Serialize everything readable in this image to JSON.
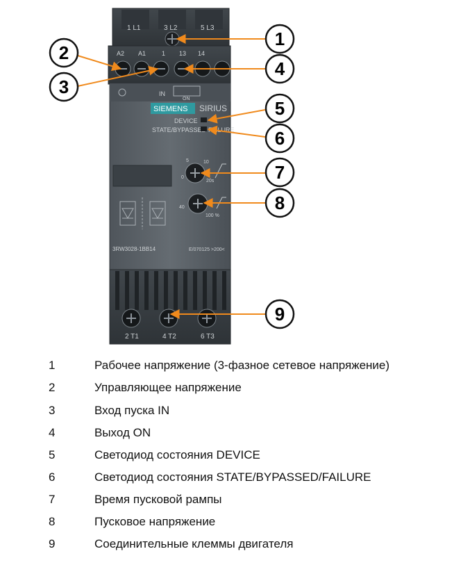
{
  "device": {
    "brand": "SIEMENS",
    "series": "SIRIUS",
    "top_terminals": [
      "1 L1",
      "3 L2",
      "5 L3"
    ],
    "control_terminals": [
      "A2",
      "A1",
      "1",
      "13",
      "14"
    ],
    "supply_label": "IN",
    "supply_voltage": "ON",
    "led_device_label": "DEVICE",
    "led_state_label": "STATE/BYPASSED",
    "led_failure_label": "FAILURE",
    "ramp_dial_ticks": [
      "0",
      "5",
      "10",
      "20s"
    ],
    "voltage_dial_ticks": [
      "40",
      "100 %"
    ],
    "part_number": "3RW3028-1BB14",
    "serial_label": "E/070125 >200<",
    "bottom_terminals": [
      "2 T1",
      "4 T2",
      "6 T3"
    ]
  },
  "callouts": [
    "1",
    "2",
    "3",
    "4",
    "5",
    "6",
    "7",
    "8",
    "9"
  ],
  "legend": [
    {
      "num": "1",
      "text": "Рабочее напряжение (3-фазное сетевое напряжение)"
    },
    {
      "num": "2",
      "text": "Управляющее напряжение"
    },
    {
      "num": "3",
      "text": "Вход пуска IN"
    },
    {
      "num": "4",
      "text": "Выход ON"
    },
    {
      "num": "5",
      "text": "Светодиод состояния DEVICE"
    },
    {
      "num": "6",
      "text": "Светодиод состояния STATE/BYPASSED/FAILURE"
    },
    {
      "num": "7",
      "text": "Время пусковой рампы"
    },
    {
      "num": "8",
      "text": "Пусковое напряжение"
    },
    {
      "num": "9",
      "text": "Соединительные клеммы двигателя"
    }
  ],
  "colors": {
    "housing": "#5b6268",
    "housing_dark": "#3d4348",
    "siemens_badge": "#2f9aa0",
    "callout_circle": "#ffffff",
    "arrow": "#f08a1c"
  }
}
